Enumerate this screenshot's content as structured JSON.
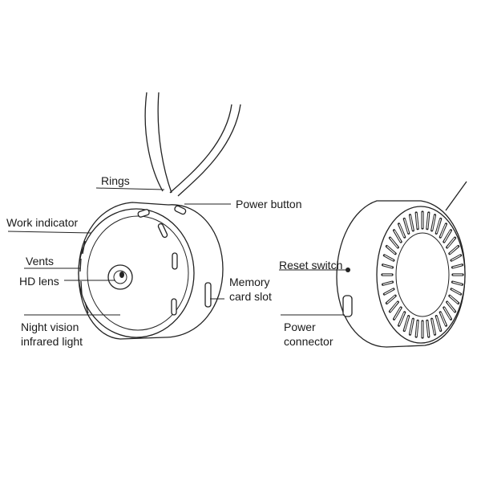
{
  "labels": {
    "rings": "Rings",
    "power_button": "Power button",
    "work_indicator": "Work indicator",
    "vents": "Vents",
    "hd_lens": "HD lens",
    "memory_card_slot": [
      "Memory",
      "card slot"
    ],
    "night_vision": [
      "Night vision",
      "infrared light"
    ],
    "reset_switch": "Reset switch",
    "power_connector": [
      "Power",
      "connector"
    ]
  },
  "colors": {
    "line": "#222222",
    "background": "#ffffff"
  }
}
